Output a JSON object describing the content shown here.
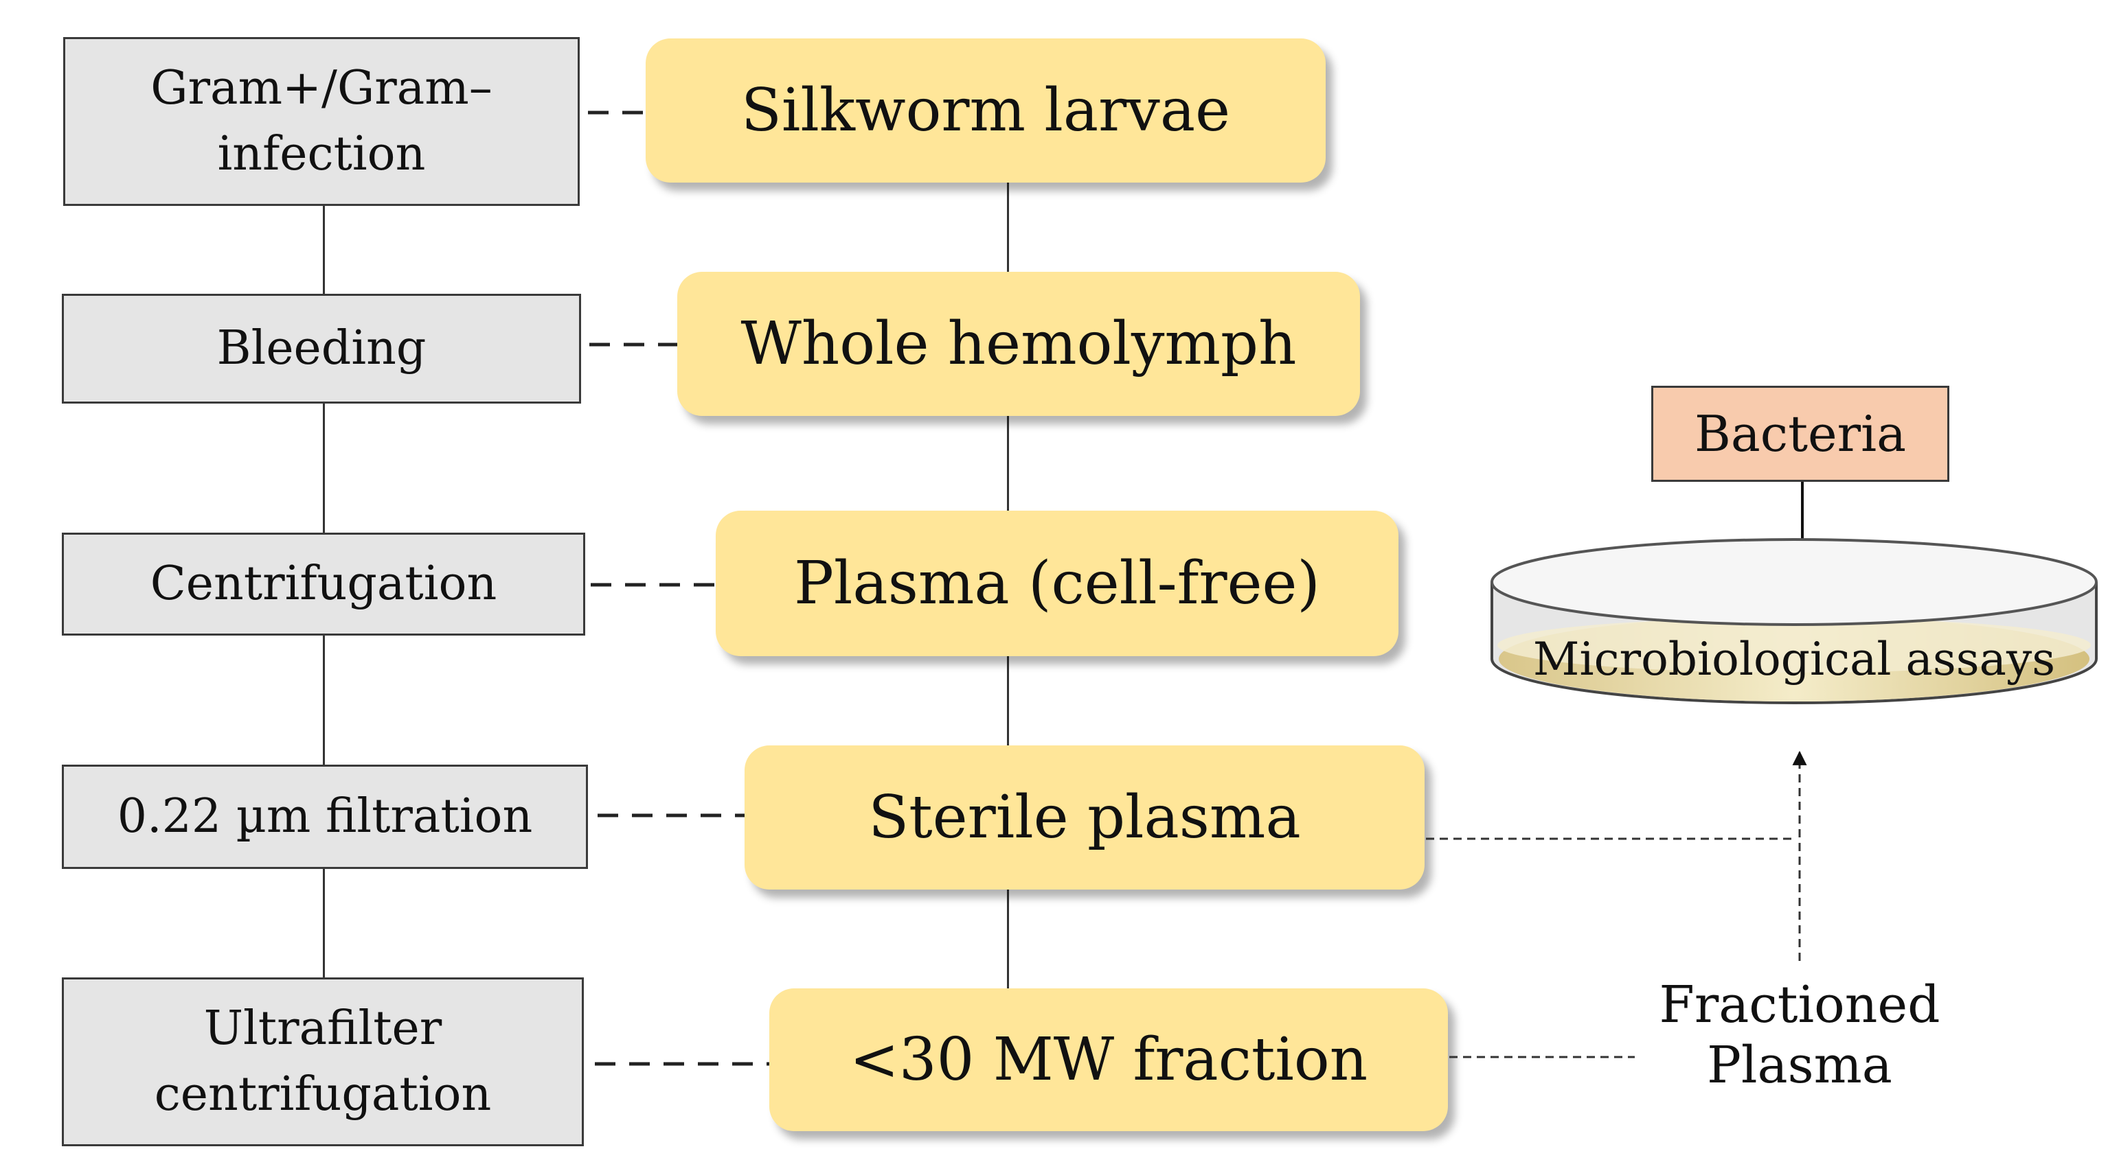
{
  "steps": [
    {
      "label_line1": "Gram+/Gram–",
      "label_line2": "infection"
    },
    {
      "label": "Bleeding"
    },
    {
      "label": "Centrifugation"
    },
    {
      "label": "0.22 µm filtration"
    },
    {
      "label_line1": "Ultrafilter",
      "label_line2": "centrifugation"
    }
  ],
  "stages": [
    {
      "label": "Silkworm larvae"
    },
    {
      "label": "Whole hemolymph"
    },
    {
      "label": "Plasma (cell-free)"
    },
    {
      "label": "Sterile plasma"
    },
    {
      "label": "<30 MW fraction"
    }
  ],
  "bacteria": {
    "label": "Bacteria"
  },
  "dish": {
    "label": "Microbiological assays"
  },
  "fractioned": {
    "line1": "Fractioned",
    "line2": "Plasma"
  },
  "colors": {
    "step_fill": "#e5e5e5",
    "stage_fill": "#ffe699",
    "bacteria_fill": "#f8cbad",
    "dish_fill": "#e8dcb0"
  }
}
